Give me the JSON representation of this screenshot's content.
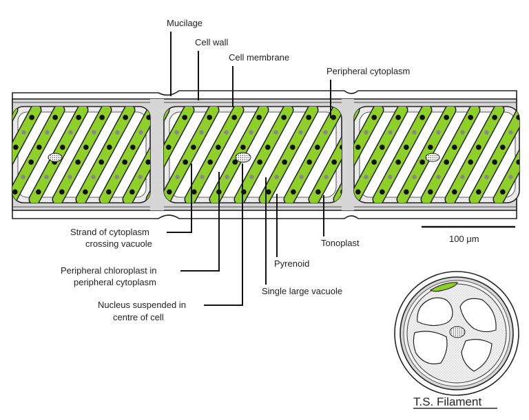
{
  "labels": {
    "mucilage": "Mucilage",
    "cell_wall": "Cell wall",
    "cell_membrane": "Cell membrane",
    "peripheral_cytoplasm": "Peripheral cytoplasm",
    "strand_line1": "Strand of cytoplasm",
    "strand_line2": "crossing vacuole",
    "chloroplast_line1": "Peripheral chloroplast in",
    "chloroplast_line2": "peripheral cytoplasm",
    "nucleus_line1": "Nucleus suspended in",
    "nucleus_line2": "centre of cell",
    "pyrenoid": "Pyrenoid",
    "vacuole": "Single large vacuole",
    "tonoplast": "Tonoplast",
    "scale": "100 μm",
    "ts_title": "T.S. Filament"
  },
  "colors": {
    "chloroplast": "#8fcf2a",
    "cytoplasm": "#eeeeee",
    "outline": "#222222",
    "pyrenoid": "#111111"
  }
}
